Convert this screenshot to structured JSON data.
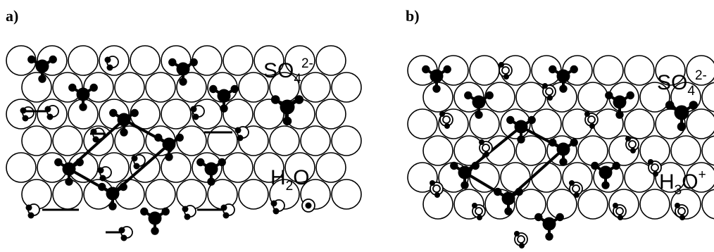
{
  "panels": [
    {
      "label": "a)",
      "legend": [
        {
          "formula": "SO",
          "sub": "4",
          "sup": "2-",
          "icon": "sulfate-icon"
        },
        {
          "formula": "H",
          "sub": "2",
          "rest": "O",
          "icon": "water-icon"
        }
      ]
    },
    {
      "label": "b)",
      "legend": [
        {
          "formula": "SO",
          "sub": "4",
          "sup": "2-",
          "icon": "sulfate-icon"
        },
        {
          "formula": "H",
          "sub": "3",
          "rest": "O",
          "sup": "+",
          "icon": "hydronium-icon"
        }
      ]
    }
  ],
  "colors": {
    "ink": "#000000",
    "paper": "#ffffff"
  }
}
